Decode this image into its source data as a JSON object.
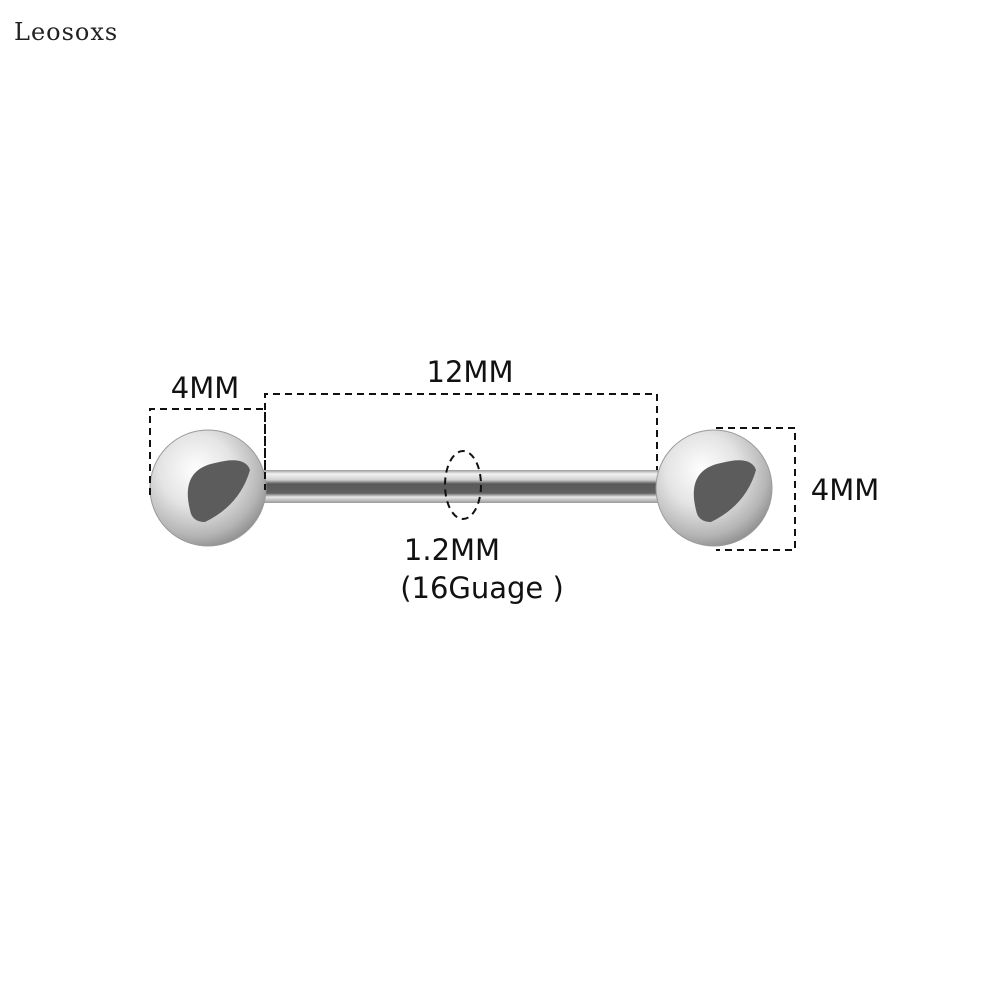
{
  "brand": "Leosoxs",
  "labels": {
    "ball_left": "4MM",
    "length": "12MM",
    "ball_right": "4MM",
    "thickness": "1.2MM",
    "gauge": "(16Guage )"
  },
  "colors": {
    "dash": "#111111",
    "metal_dark": "#555555",
    "metal_light": "#e6e6e6"
  }
}
